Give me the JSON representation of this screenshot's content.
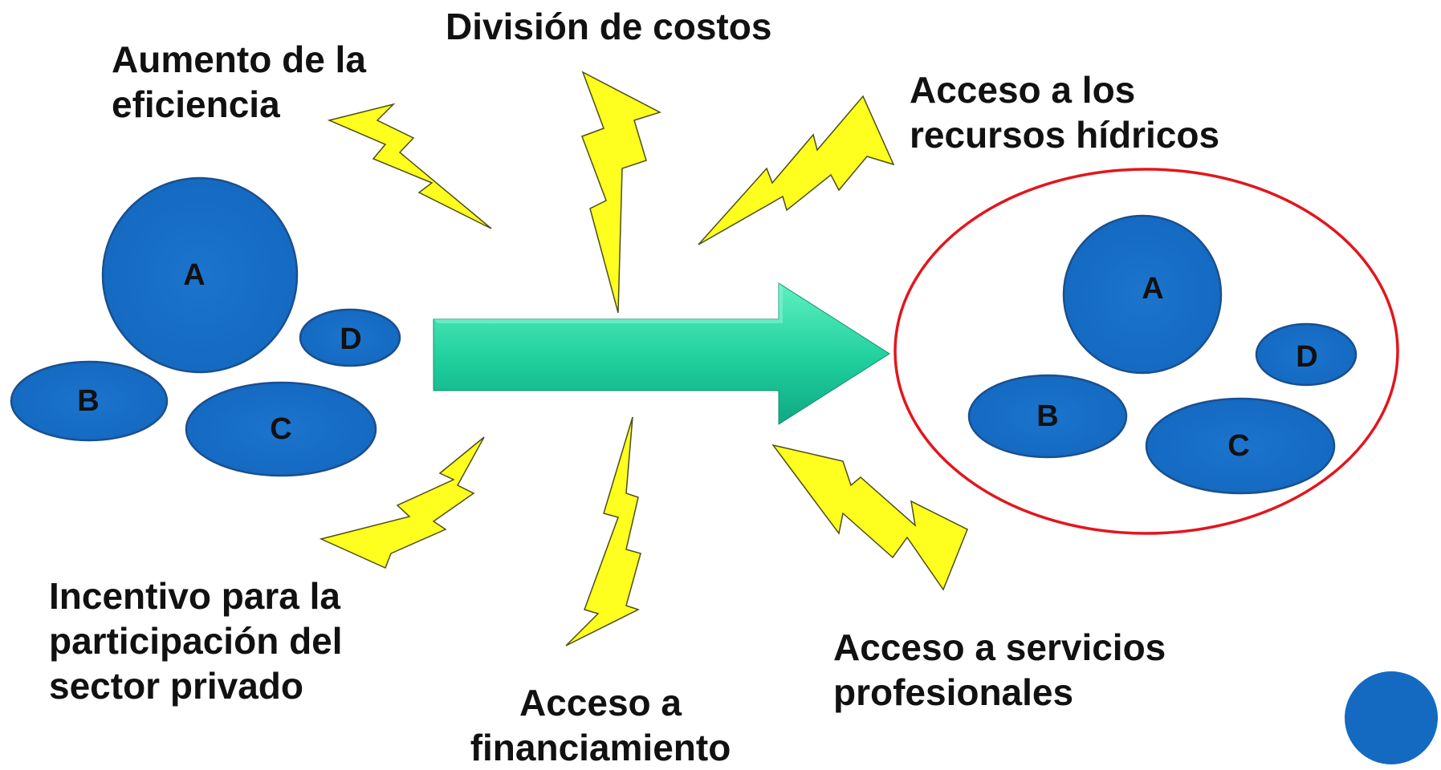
{
  "benefits": {
    "division_costos": [
      "División de costos"
    ],
    "aumento_eficiencia": [
      "Aumento de la",
      "eficiencia"
    ],
    "acceso_recursos_hidricos": [
      "Acceso a los",
      "recursos hídricos"
    ],
    "incentivo_sector_privado": [
      "Incentivo para la",
      "participación del",
      "sector privado"
    ],
    "acceso_financiamiento": [
      "Acceso a",
      "financiamiento"
    ],
    "acceso_servicios_profesionales": [
      "Acceso a servicios",
      "profesionales"
    ]
  },
  "before_group": {
    "entities": [
      "A",
      "B",
      "C",
      "D"
    ]
  },
  "after_group": {
    "entities": [
      "A",
      "B",
      "C",
      "D"
    ]
  },
  "colors": {
    "entity_fill": "#1469c1",
    "entity_stroke": "#1a4f8e",
    "bolt_fill": "#ffff1f",
    "bolt_stroke": "#4d4d1a",
    "arrow_light": "#5ef0c0",
    "arrow_dark": "#10a883",
    "group_border": "#e2161d"
  }
}
